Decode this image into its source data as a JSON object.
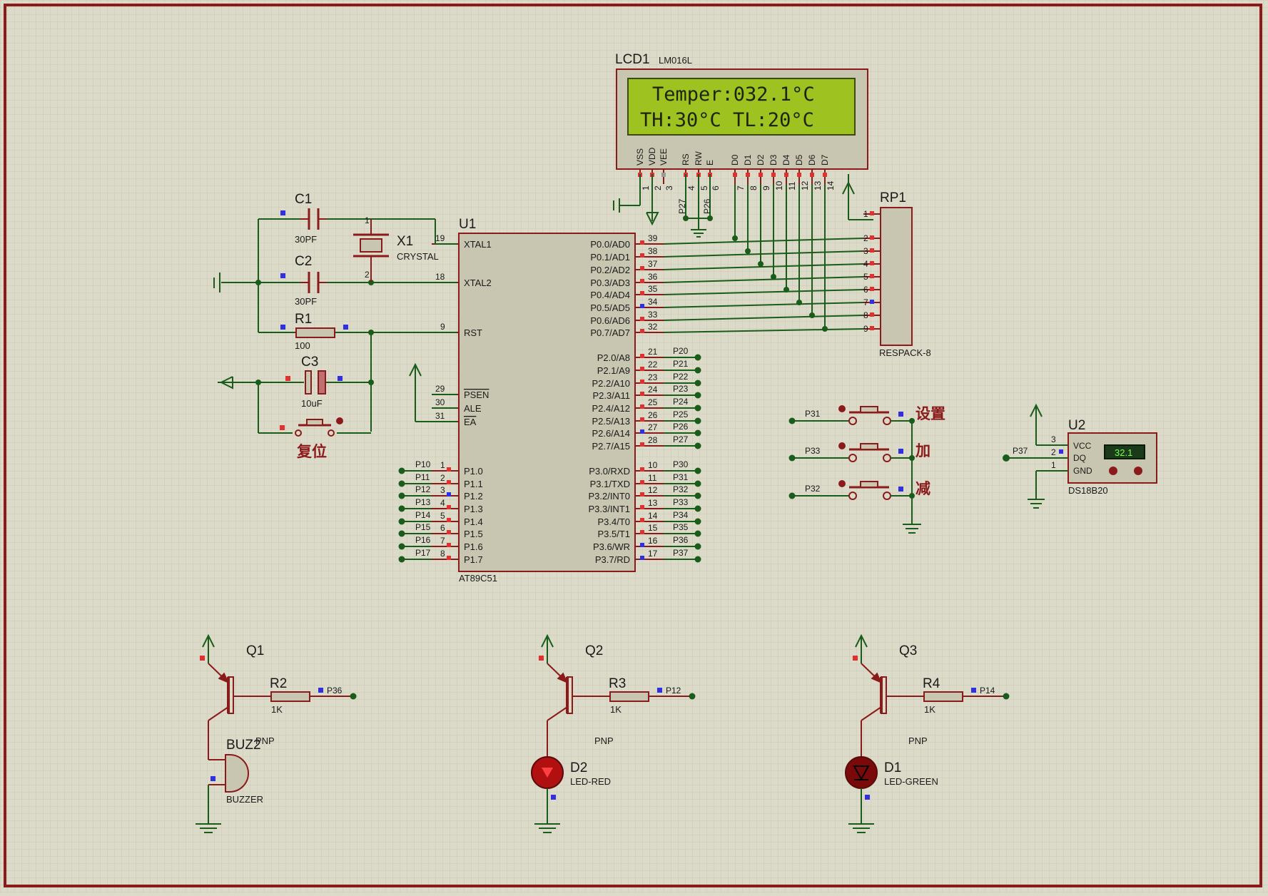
{
  "colors": {
    "background": "#dcdac8",
    "grid": "#cbc9b6",
    "border": "#8b1a1a",
    "component": "#8b1a1a",
    "chip_fill": "#c8c6b0",
    "wire": "#1a5c1a",
    "lcd_screen": "#9ec21f",
    "pin_red": "#e03030",
    "pin_blue": "#3030e0"
  },
  "lcd": {
    "ref": "LCD1",
    "model": "LM016L",
    "line1": "Temper:032.1°C",
    "line2": "TH:30°C  TL:20°C",
    "pins": [
      "VSS",
      "VDD",
      "VEE",
      "RS",
      "RW",
      "E",
      "D0",
      "D1",
      "D2",
      "D3",
      "D4",
      "D5",
      "D6",
      "D7"
    ],
    "pin_numbers": [
      "1",
      "2",
      "3",
      "4",
      "5",
      "6",
      "7",
      "8",
      "9",
      "10",
      "11",
      "12",
      "13",
      "14"
    ],
    "net_rs": "P27",
    "net_e": "P26"
  },
  "mcu": {
    "ref": "U1",
    "model": "AT89C51",
    "left_pins": [
      {
        "num": "19",
        "name": "XTAL1"
      },
      {
        "num": "18",
        "name": "XTAL2"
      },
      {
        "num": "9",
        "name": "RST"
      },
      {
        "num": "29",
        "name": "PSEN"
      },
      {
        "num": "30",
        "name": "ALE"
      },
      {
        "num": "31",
        "name": "EA"
      },
      {
        "num": "1",
        "name": "P1.0",
        "net": "P10"
      },
      {
        "num": "2",
        "name": "P1.1",
        "net": "P11"
      },
      {
        "num": "3",
        "name": "P1.2",
        "net": "P12"
      },
      {
        "num": "4",
        "name": "P1.3",
        "net": "P13"
      },
      {
        "num": "5",
        "name": "P1.4",
        "net": "P14"
      },
      {
        "num": "6",
        "name": "P1.5",
        "net": "P15"
      },
      {
        "num": "7",
        "name": "P1.6",
        "net": "P16"
      },
      {
        "num": "8",
        "name": "P1.7",
        "net": "P17"
      }
    ],
    "right_pins": [
      {
        "num": "39",
        "name": "P0.0/AD0"
      },
      {
        "num": "38",
        "name": "P0.1/AD1"
      },
      {
        "num": "37",
        "name": "P0.2/AD2"
      },
      {
        "num": "36",
        "name": "P0.3/AD3"
      },
      {
        "num": "35",
        "name": "P0.4/AD4"
      },
      {
        "num": "34",
        "name": "P0.5/AD5"
      },
      {
        "num": "33",
        "name": "P0.6/AD6"
      },
      {
        "num": "32",
        "name": "P0.7/AD7"
      },
      {
        "num": "21",
        "name": "P2.0/A8",
        "net": "P20"
      },
      {
        "num": "22",
        "name": "P2.1/A9",
        "net": "P21"
      },
      {
        "num": "23",
        "name": "P2.2/A10",
        "net": "P22"
      },
      {
        "num": "24",
        "name": "P2.3/A11",
        "net": "P23"
      },
      {
        "num": "25",
        "name": "P2.4/A12",
        "net": "P24"
      },
      {
        "num": "26",
        "name": "P2.5/A13",
        "net": "P25"
      },
      {
        "num": "27",
        "name": "P2.6/A14",
        "net": "P26"
      },
      {
        "num": "28",
        "name": "P2.7/A15",
        "net": "P27"
      },
      {
        "num": "10",
        "name": "P3.0/RXD",
        "net": "P30"
      },
      {
        "num": "11",
        "name": "P3.1/TXD",
        "net": "P31"
      },
      {
        "num": "12",
        "name": "P3.2/INT0",
        "net": "P32"
      },
      {
        "num": "13",
        "name": "P3.3/INT1",
        "net": "P33"
      },
      {
        "num": "14",
        "name": "P3.4/T0",
        "net": "P34"
      },
      {
        "num": "15",
        "name": "P3.5/T1",
        "net": "P35"
      },
      {
        "num": "16",
        "name": "P3.6/WR",
        "net": "P36"
      },
      {
        "num": "17",
        "name": "P3.7/RD",
        "net": "P37"
      }
    ]
  },
  "rp1": {
    "ref": "RP1",
    "model": "RESPACK-8",
    "pins": [
      "1",
      "2",
      "3",
      "4",
      "5",
      "6",
      "7",
      "8",
      "9"
    ]
  },
  "c1": {
    "ref": "C1",
    "value": "30PF"
  },
  "c2": {
    "ref": "C2",
    "value": "30PF"
  },
  "c3": {
    "ref": "C3",
    "value": "10uF"
  },
  "x1": {
    "ref": "X1",
    "value": "CRYSTAL",
    "pin1": "1",
    "pin2": "2"
  },
  "r1": {
    "ref": "R1",
    "value": "100"
  },
  "reset_label": "复位",
  "buttons": [
    {
      "net": "P31",
      "label": "设置"
    },
    {
      "net": "P33",
      "label": "加"
    },
    {
      "net": "P32",
      "label": "减"
    }
  ],
  "u2": {
    "ref": "U2",
    "model": "DS18B20",
    "reading": "32.1",
    "net": "P37",
    "pins": [
      {
        "num": "3",
        "name": "VCC"
      },
      {
        "num": "2",
        "name": "DQ"
      },
      {
        "num": "1",
        "name": "GND"
      }
    ]
  },
  "q1": {
    "ref": "Q1",
    "type": "PNP",
    "r_ref": "R2",
    "r_value": "1K",
    "net": "P36",
    "load_ref": "BUZ2",
    "load_model": "BUZZER"
  },
  "q2": {
    "ref": "Q2",
    "type": "PNP",
    "r_ref": "R3",
    "r_value": "1K",
    "net": "P12",
    "load_ref": "D2",
    "load_model": "LED-RED"
  },
  "q3": {
    "ref": "Q3",
    "type": "PNP",
    "r_ref": "R4",
    "r_value": "1K",
    "net": "P14",
    "load_ref": "D1",
    "load_model": "LED-GREEN"
  }
}
